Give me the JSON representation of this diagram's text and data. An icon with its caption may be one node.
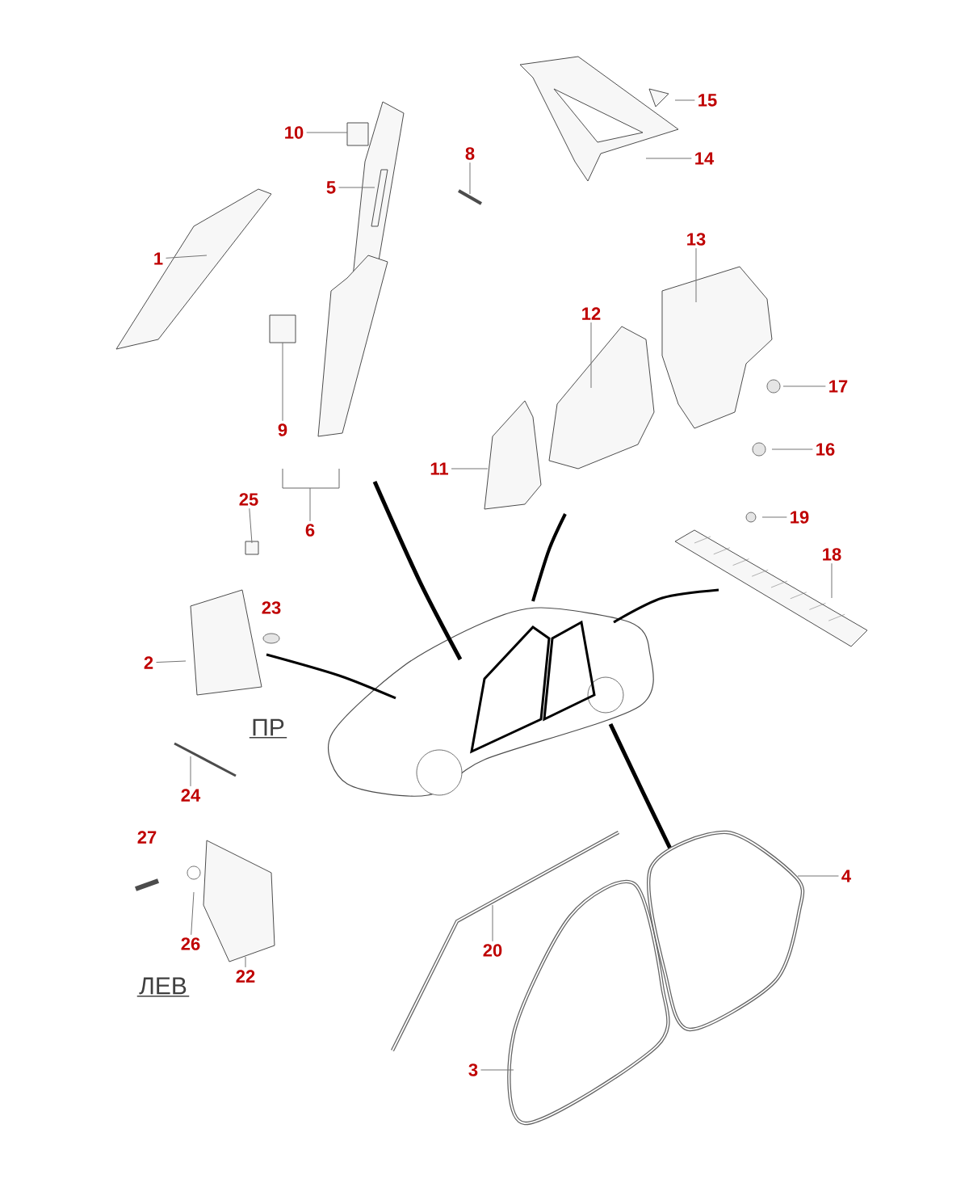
{
  "diagram": {
    "nodes": [
      {
        "text": [
          "1"
        ]
      },
      {
        "text": [
          "10"
        ]
      },
      {
        "text": [
          "5"
        ]
      },
      {
        "text": [
          "8"
        ]
      },
      {
        "text": [
          "15"
        ]
      },
      {
        "text": [
          "14"
        ]
      },
      {
        "text": [
          "13"
        ]
      },
      {
        "text": [
          "12"
        ]
      },
      {
        "text": [
          "17"
        ]
      },
      {
        "text": [
          "16"
        ]
      },
      {
        "text": [
          "11"
        ]
      },
      {
        "text": [
          "9"
        ]
      },
      {
        "text": [
          "6"
        ]
      },
      {
        "text": [
          "25"
        ]
      },
      {
        "text": [
          "23"
        ]
      },
      {
        "text": [
          "2"
        ]
      },
      {
        "text": [
          "19"
        ]
      },
      {
        "text": [
          "18"
        ]
      },
      {
        "text": [
          "24"
        ]
      },
      {
        "text": [
          "27"
        ]
      },
      {
        "text": [
          "26"
        ]
      },
      {
        "text": [
          "22"
        ]
      },
      {
        "text": [
          "20"
        ]
      },
      {
        "text": [
          "4"
        ]
      },
      {
        "text": [
          "3"
        ]
      }
    ],
    "edges": [
      {
        "from": 0,
        "to": null,
        "arrow": "none"
      },
      {
        "from": 1,
        "to": null,
        "arrow": "none"
      },
      {
        "from": 2,
        "to": null,
        "arrow": "none"
      },
      {
        "from": 3,
        "to": null,
        "arrow": "none"
      },
      {
        "from": 4,
        "to": null,
        "arrow": "none"
      },
      {
        "from": 5,
        "to": null,
        "arrow": "none"
      },
      {
        "from": 6,
        "to": null,
        "arrow": "none"
      },
      {
        "from": 7,
        "to": null,
        "arrow": "none"
      },
      {
        "from": 8,
        "to": null,
        "arrow": "none"
      },
      {
        "from": 9,
        "to": null,
        "arrow": "none"
      },
      {
        "from": 10,
        "to": null,
        "arrow": "none"
      },
      {
        "from": 11,
        "to": null,
        "arrow": "none"
      },
      {
        "from": 12,
        "to": null,
        "arrow": "none"
      },
      {
        "from": 13,
        "to": null,
        "arrow": "none"
      },
      {
        "from": 15,
        "to": null,
        "arrow": "none"
      },
      {
        "from": 16,
        "to": null,
        "arrow": "none"
      },
      {
        "from": 17,
        "to": null,
        "arrow": "none"
      },
      {
        "from": 18,
        "to": null,
        "arrow": "none"
      },
      {
        "from": 20,
        "to": null,
        "arrow": "none"
      },
      {
        "from": 21,
        "to": null,
        "arrow": "none"
      },
      {
        "from": 22,
        "to": null,
        "arrow": "none"
      },
      {
        "from": 23,
        "to": null,
        "arrow": "none"
      },
      {
        "from": 24,
        "to": null,
        "arrow": "none"
      }
    ],
    "labels": [
      "ПР",
      "ЛЕВ"
    ]
  }
}
